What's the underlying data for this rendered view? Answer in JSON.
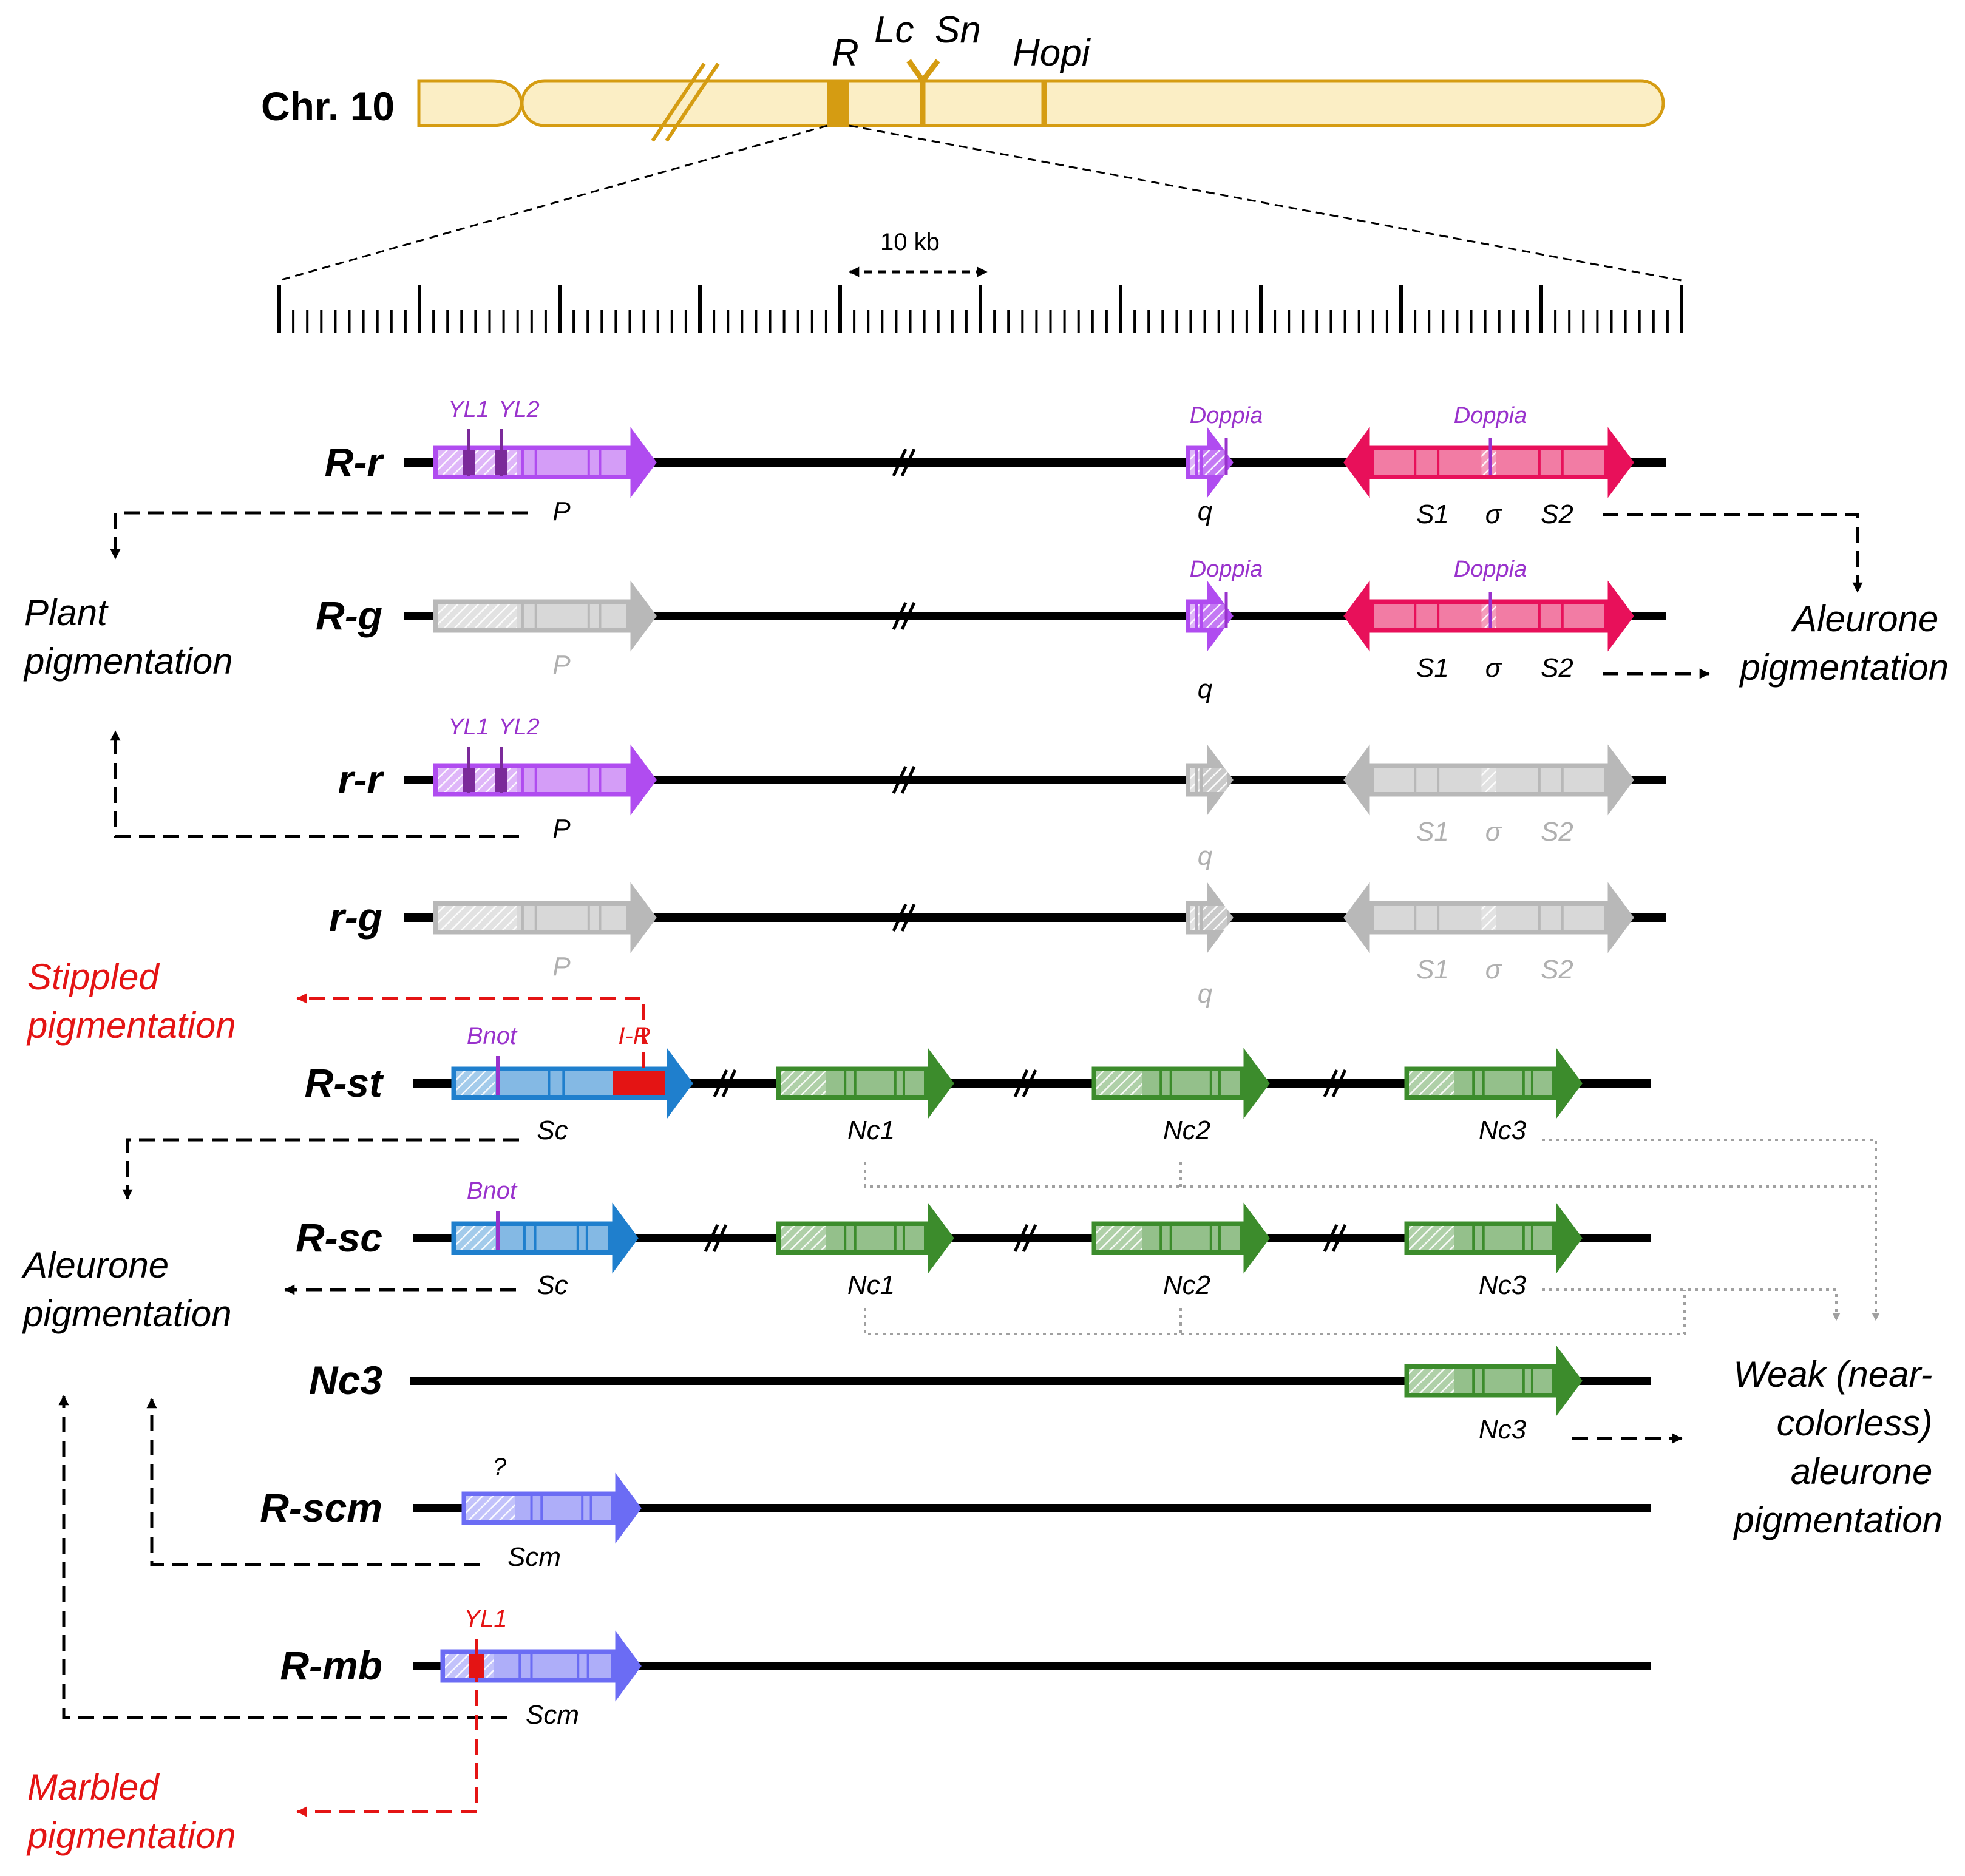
{
  "chromosome": {
    "label": "Chr. 10",
    "loci": [
      "R",
      "Lc",
      "Sn",
      "Hopi"
    ],
    "scale_label": "10 kb"
  },
  "alleles": [
    {
      "name": "R-r",
      "genes": [
        "P",
        "q",
        "S1",
        "σ",
        "S2"
      ],
      "insertions": [
        "YL1",
        "YL2",
        "Doppia",
        "Doppia"
      ]
    },
    {
      "name": "R-g",
      "genes": [
        "P",
        "q",
        "S1",
        "σ",
        "S2"
      ],
      "insertions": [
        "Doppia",
        "Doppia"
      ]
    },
    {
      "name": "r-r",
      "genes": [
        "P",
        "q",
        "S1",
        "σ",
        "S2"
      ],
      "insertions": [
        "YL1",
        "YL2"
      ]
    },
    {
      "name": "r-g",
      "genes": [
        "P",
        "q",
        "S1",
        "σ",
        "S2"
      ],
      "insertions": []
    },
    {
      "name": "R-st",
      "genes": [
        "Sc",
        "Nc1",
        "Nc2",
        "Nc3"
      ],
      "insertions": [
        "Bnot",
        "I-R"
      ]
    },
    {
      "name": "R-sc",
      "genes": [
        "Sc",
        "Nc1",
        "Nc2",
        "Nc3"
      ],
      "insertions": [
        "Bnot"
      ]
    },
    {
      "name": "Nc3",
      "genes": [
        "Nc3"
      ],
      "insertions": []
    },
    {
      "name": "R-scm",
      "genes": [
        "Scm"
      ],
      "insertions": [
        "?"
      ]
    },
    {
      "name": "R-mb",
      "genes": [
        "Scm"
      ],
      "insertions": [
        "YL1"
      ]
    }
  ],
  "phenotypes": {
    "plant": [
      "Plant",
      "pigmentation"
    ],
    "aleurone_right": [
      "Aleurone",
      "pigmentation"
    ],
    "stippled": [
      "Stippled",
      "pigmentation"
    ],
    "aleurone_left": [
      "Aleurone",
      "pigmentation"
    ],
    "weak": [
      "Weak (near-",
      "colorless)",
      "aleurone",
      "pigmentation"
    ],
    "marbled": [
      "Marbled",
      "pigmentation"
    ]
  },
  "colors": {
    "chromosome_fill": "#fbeec5",
    "chromosome_stroke": "#d59c12",
    "P_gene": "#b04cf0",
    "S_gene": "#e8105a",
    "Sc_gene": "#1f7fcd",
    "Nc_gene": "#3c8c2c",
    "Scm_gene": "#6b6cf4",
    "inactive_gene": "#b8b8b8",
    "insertion_purple": "#9932cc",
    "insertion_red": "#e41414"
  }
}
